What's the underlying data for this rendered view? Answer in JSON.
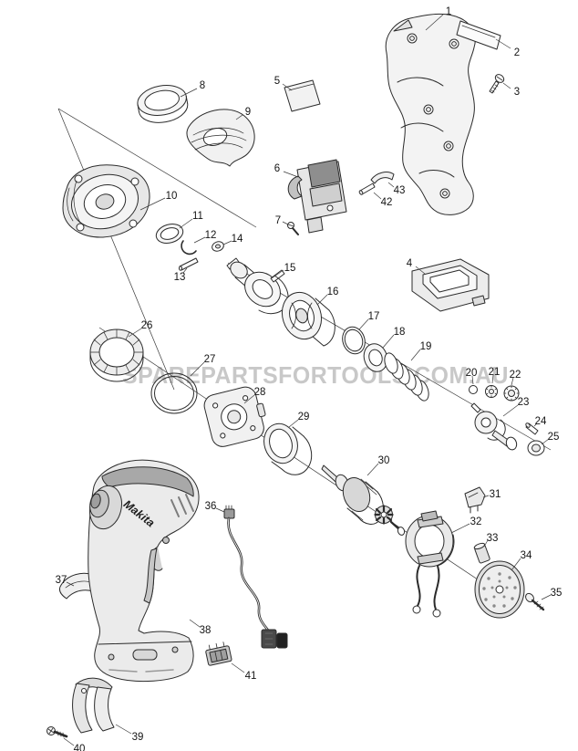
{
  "watermark": {
    "text": "SPAREPARTSFORTOOLS.COM.AU",
    "color": "#c8c8c8"
  },
  "brand": {
    "label": "Makita"
  },
  "parts": [
    {
      "num": "1"
    },
    {
      "num": "2"
    },
    {
      "num": "3"
    },
    {
      "num": "4"
    },
    {
      "num": "5"
    },
    {
      "num": "6"
    },
    {
      "num": "7"
    },
    {
      "num": "8"
    },
    {
      "num": "9"
    },
    {
      "num": "10"
    },
    {
      "num": "11"
    },
    {
      "num": "12"
    },
    {
      "num": "13"
    },
    {
      "num": "14"
    },
    {
      "num": "15"
    },
    {
      "num": "16"
    },
    {
      "num": "17"
    },
    {
      "num": "18"
    },
    {
      "num": "19"
    },
    {
      "num": "20"
    },
    {
      "num": "21"
    },
    {
      "num": "22"
    },
    {
      "num": "23"
    },
    {
      "num": "24"
    },
    {
      "num": "25"
    },
    {
      "num": "26"
    },
    {
      "num": "27"
    },
    {
      "num": "28"
    },
    {
      "num": "29"
    },
    {
      "num": "30"
    },
    {
      "num": "31"
    },
    {
      "num": "32"
    },
    {
      "num": "33"
    },
    {
      "num": "34"
    },
    {
      "num": "35"
    },
    {
      "num": "36"
    },
    {
      "num": "37"
    },
    {
      "num": "38"
    },
    {
      "num": "39"
    },
    {
      "num": "40"
    },
    {
      "num": "41"
    },
    {
      "num": "42"
    },
    {
      "num": "43"
    }
  ]
}
